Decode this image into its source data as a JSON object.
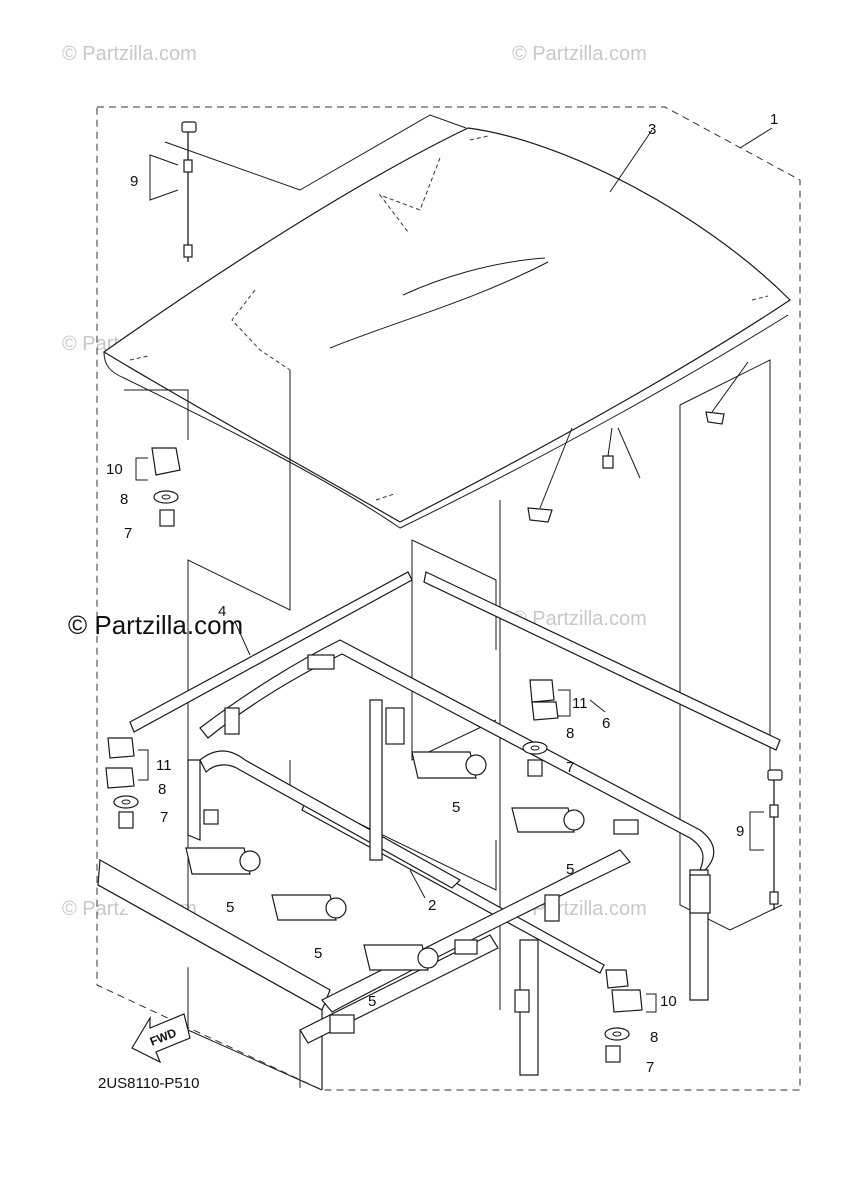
{
  "watermarks": {
    "small": "© Partzilla.com",
    "large": "© Partzilla.com"
  },
  "callouts": {
    "c1": "1",
    "c2": "2",
    "c3": "3",
    "c4": "4",
    "c5a": "5",
    "c5b": "5",
    "c5c": "5",
    "c5d": "5",
    "c5e": "5",
    "c6": "6",
    "c7a": "7",
    "c7b": "7",
    "c7c": "7",
    "c7d": "7",
    "c8a": "8",
    "c8b": "8",
    "c8c": "8",
    "c8d": "8",
    "c9a": "9",
    "c9b": "9",
    "c10a": "10",
    "c10b": "10",
    "c11a": "11",
    "c11b": "11"
  },
  "direction_label": "FWD",
  "diagram_code": "2US8110-P510"
}
